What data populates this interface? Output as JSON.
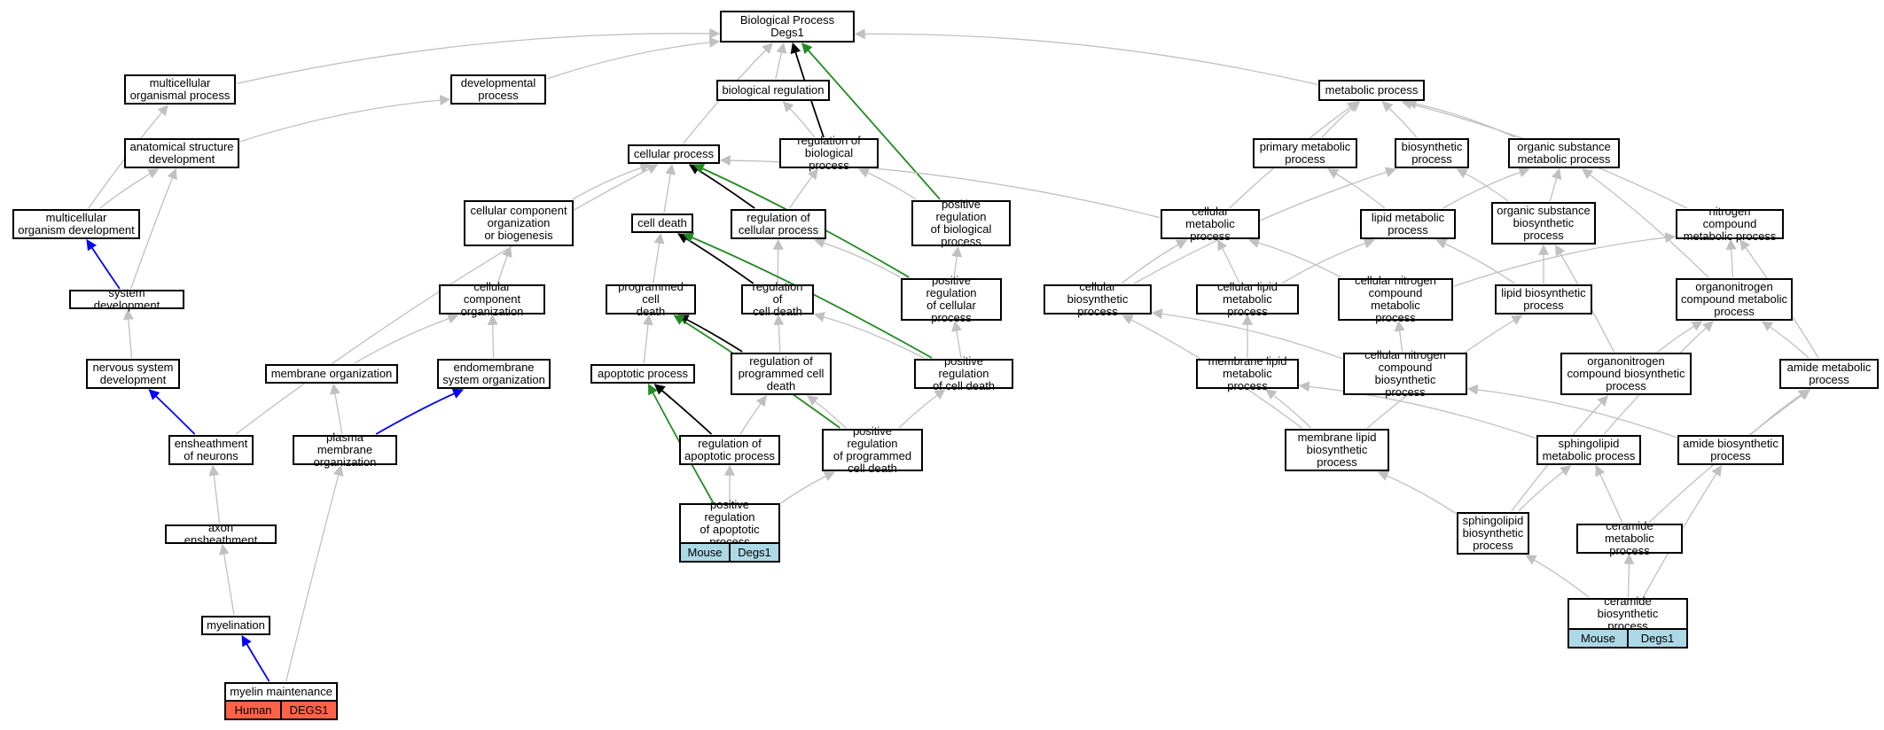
{
  "colors": {
    "default_edge": "#c0c0c0",
    "black_edge": "#000000",
    "green_edge": "#228b22",
    "blue_edge": "#0000ff",
    "mouse_tag": "#add8e6",
    "human_tag": "#ff6347"
  },
  "nodes": [
    {
      "id": "bp",
      "label": "Biological Process\nDegs1"
    },
    {
      "id": "mop",
      "label": "multicellular\norganismal process"
    },
    {
      "id": "dev",
      "label": "developmental\nprocess"
    },
    {
      "id": "br",
      "label": "biological regulation"
    },
    {
      "id": "met",
      "label": "metabolic process"
    },
    {
      "id": "asd",
      "label": "anatomical structure\ndevelopment"
    },
    {
      "id": "cp",
      "label": "cellular process"
    },
    {
      "id": "rbp",
      "label": "regulation of\nbiological process"
    },
    {
      "id": "pmp",
      "label": "primary metabolic\nprocess"
    },
    {
      "id": "bio",
      "label": "biosynthetic\nprocess"
    },
    {
      "id": "osm",
      "label": "organic substance\nmetabolic process"
    },
    {
      "id": "mod",
      "label": "multicellular\norganism development"
    },
    {
      "id": "ccob",
      "label": "cellular component\norganization\nor biogenesis"
    },
    {
      "id": "cd",
      "label": "cell death"
    },
    {
      "id": "rcp",
      "label": "regulation of\ncellular process"
    },
    {
      "id": "prbp",
      "label": "positive regulation\nof biological\nprocess"
    },
    {
      "id": "cmp",
      "label": "cellular metabolic\nprocess"
    },
    {
      "id": "lmp",
      "label": "lipid metabolic\nprocess"
    },
    {
      "id": "osbp",
      "label": "organic substance\nbiosynthetic\nprocess"
    },
    {
      "id": "ncmp",
      "label": "nitrogen compound\nmetabolic process"
    },
    {
      "id": "sd",
      "label": "system development"
    },
    {
      "id": "cco",
      "label": "cellular component\norganization"
    },
    {
      "id": "pcd",
      "label": "programmed cell\ndeath"
    },
    {
      "id": "rcd",
      "label": "regulation of\ncell death"
    },
    {
      "id": "prcp",
      "label": "positive regulation\nof cellular\nprocess"
    },
    {
      "id": "cbp",
      "label": "cellular biosynthetic\nprocess"
    },
    {
      "id": "clmp",
      "label": "cellular lipid\nmetabolic process"
    },
    {
      "id": "cncmp",
      "label": "cellular nitrogen\ncompound metabolic\nprocess"
    },
    {
      "id": "lbp",
      "label": "lipid biosynthetic\nprocess"
    },
    {
      "id": "oncmp",
      "label": "organonitrogen\ncompound metabolic\nprocess"
    },
    {
      "id": "nsd",
      "label": "nervous system\ndevelopment"
    },
    {
      "id": "mo",
      "label": "membrane organization"
    },
    {
      "id": "eso",
      "label": "endomembrane\nsystem organization"
    },
    {
      "id": "ap",
      "label": "apoptotic process"
    },
    {
      "id": "rpcd",
      "label": "regulation of\nprogrammed cell\ndeath"
    },
    {
      "id": "prcd",
      "label": "positive regulation\nof cell death"
    },
    {
      "id": "mlmp",
      "label": "membrane lipid\nmetabolic process"
    },
    {
      "id": "cncbp",
      "label": "cellular nitrogen\ncompound biosynthetic\nprocess"
    },
    {
      "id": "oncbp",
      "label": "organonitrogen\ncompound biosynthetic\nprocess"
    },
    {
      "id": "amp",
      "label": "amide metabolic\nprocess"
    },
    {
      "id": "en",
      "label": "ensheathment\nof neurons"
    },
    {
      "id": "pmo",
      "label": "plasma membrane\norganization"
    },
    {
      "id": "rap",
      "label": "regulation of\napoptotic process"
    },
    {
      "id": "prpcd",
      "label": "positive regulation\nof programmed\ncell death"
    },
    {
      "id": "mlbp",
      "label": "membrane lipid\nbiosynthetic\nprocess"
    },
    {
      "id": "smp",
      "label": "sphingolipid\nmetabolic process"
    },
    {
      "id": "abp",
      "label": "amide biosynthetic\nprocess"
    },
    {
      "id": "ae",
      "label": "axon ensheathment"
    },
    {
      "id": "prap",
      "label": "positive regulation\nof apoptotic\nprocess",
      "tags": [
        "Mouse",
        "Degs1"
      ],
      "tag_color": "#add8e6"
    },
    {
      "id": "sbp",
      "label": "sphingolipid\nbiosynthetic\nprocess"
    },
    {
      "id": "cmp2",
      "label": "ceramide metabolic\nprocess"
    },
    {
      "id": "my",
      "label": "myelination"
    },
    {
      "id": "cbsp",
      "label": "ceramide biosynthetic\nprocess",
      "tags": [
        "Mouse",
        "Degs1"
      ],
      "tag_color": "#add8e6"
    },
    {
      "id": "mm",
      "label": "myelin maintenance",
      "tags": [
        "Human",
        "DEGS1"
      ],
      "tag_color": "#ff6347"
    }
  ],
  "edges": [
    {
      "from": "mop",
      "to": "bp",
      "color": "gray"
    },
    {
      "from": "dev",
      "to": "bp",
      "color": "gray"
    },
    {
      "from": "br",
      "to": "bp",
      "color": "gray"
    },
    {
      "from": "met",
      "to": "bp",
      "color": "gray"
    },
    {
      "from": "cp",
      "to": "bp",
      "color": "gray"
    },
    {
      "from": "rbp",
      "to": "bp",
      "color": "black"
    },
    {
      "from": "prbp",
      "to": "bp",
      "color": "green"
    },
    {
      "from": "asd",
      "to": "dev",
      "color": "gray"
    },
    {
      "from": "rbp",
      "to": "br",
      "color": "gray"
    },
    {
      "from": "mod",
      "to": "mop",
      "color": "gray"
    },
    {
      "from": "mod",
      "to": "asd",
      "color": "gray"
    },
    {
      "from": "sd",
      "to": "asd",
      "color": "gray"
    },
    {
      "from": "sd",
      "to": "mod",
      "color": "blue"
    },
    {
      "from": "nsd",
      "to": "sd",
      "color": "gray"
    },
    {
      "from": "en",
      "to": "nsd",
      "color": "blue"
    },
    {
      "from": "ae",
      "to": "en",
      "color": "gray"
    },
    {
      "from": "my",
      "to": "ae",
      "color": "gray"
    },
    {
      "from": "mm",
      "to": "my",
      "color": "blue"
    },
    {
      "from": "mm",
      "to": "pmo",
      "color": "gray"
    },
    {
      "from": "en",
      "to": "cp",
      "color": "gray"
    },
    {
      "from": "ccob",
      "to": "cp",
      "color": "gray"
    },
    {
      "from": "cco",
      "to": "ccob",
      "color": "gray"
    },
    {
      "from": "mo",
      "to": "cco",
      "color": "gray"
    },
    {
      "from": "eso",
      "to": "cco",
      "color": "gray"
    },
    {
      "from": "pmo",
      "to": "mo",
      "color": "gray"
    },
    {
      "from": "pmo",
      "to": "eso",
      "color": "blue"
    },
    {
      "from": "cd",
      "to": "cp",
      "color": "gray"
    },
    {
      "from": "rcp",
      "to": "cp",
      "color": "black"
    },
    {
      "from": "rcp",
      "to": "rbp",
      "color": "gray"
    },
    {
      "from": "prcp",
      "to": "cp",
      "color": "green"
    },
    {
      "from": "prbp",
      "to": "rbp",
      "color": "gray"
    },
    {
      "from": "prcp",
      "to": "prbp",
      "color": "gray"
    },
    {
      "from": "prcp",
      "to": "rcp",
      "color": "gray"
    },
    {
      "from": "cmp",
      "to": "cp",
      "color": "gray"
    },
    {
      "from": "pcd",
      "to": "cd",
      "color": "gray"
    },
    {
      "from": "rcd",
      "to": "cd",
      "color": "black"
    },
    {
      "from": "rcd",
      "to": "rcp",
      "color": "gray"
    },
    {
      "from": "prcd",
      "to": "cd",
      "color": "green"
    },
    {
      "from": "prcd",
      "to": "rcd",
      "color": "gray"
    },
    {
      "from": "prcd",
      "to": "prcp",
      "color": "gray"
    },
    {
      "from": "ap",
      "to": "pcd",
      "color": "gray"
    },
    {
      "from": "rpcd",
      "to": "pcd",
      "color": "black"
    },
    {
      "from": "rpcd",
      "to": "rcd",
      "color": "gray"
    },
    {
      "from": "prpcd",
      "to": "pcd",
      "color": "green"
    },
    {
      "from": "prpcd",
      "to": "rpcd",
      "color": "gray"
    },
    {
      "from": "prpcd",
      "to": "prcd",
      "color": "gray"
    },
    {
      "from": "rap",
      "to": "ap",
      "color": "black"
    },
    {
      "from": "rap",
      "to": "rpcd",
      "color": "gray"
    },
    {
      "from": "prap",
      "to": "ap",
      "color": "green"
    },
    {
      "from": "prap",
      "to": "rap",
      "color": "gray"
    },
    {
      "from": "prap",
      "to": "prpcd",
      "color": "gray"
    },
    {
      "from": "pmp",
      "to": "met",
      "color": "gray"
    },
    {
      "from": "bio",
      "to": "met",
      "color": "gray"
    },
    {
      "from": "osm",
      "to": "met",
      "color": "gray"
    },
    {
      "from": "cmp",
      "to": "met",
      "color": "gray"
    },
    {
      "from": "ncmp",
      "to": "met",
      "color": "gray"
    },
    {
      "from": "lmp",
      "to": "pmp",
      "color": "gray"
    },
    {
      "from": "lmp",
      "to": "osm",
      "color": "gray"
    },
    {
      "from": "osbp",
      "to": "bio",
      "color": "gray"
    },
    {
      "from": "osbp",
      "to": "osm",
      "color": "gray"
    },
    {
      "from": "cbp",
      "to": "bio",
      "color": "gray"
    },
    {
      "from": "cbp",
      "to": "cmp",
      "color": "gray"
    },
    {
      "from": "clmp",
      "to": "cmp",
      "color": "gray"
    },
    {
      "from": "clmp",
      "to": "lmp",
      "color": "gray"
    },
    {
      "from": "cncmp",
      "to": "cmp",
      "color": "gray"
    },
    {
      "from": "cncmp",
      "to": "ncmp",
      "color": "gray"
    },
    {
      "from": "lbp",
      "to": "lmp",
      "color": "gray"
    },
    {
      "from": "lbp",
      "to": "osbp",
      "color": "gray"
    },
    {
      "from": "oncmp",
      "to": "ncmp",
      "color": "gray"
    },
    {
      "from": "oncmp",
      "to": "osm",
      "color": "gray"
    },
    {
      "from": "mlmp",
      "to": "clmp",
      "color": "gray"
    },
    {
      "from": "cncbp",
      "to": "cbp",
      "color": "gray"
    },
    {
      "from": "cncbp",
      "to": "cncmp",
      "color": "gray"
    },
    {
      "from": "oncbp",
      "to": "oncmp",
      "color": "gray"
    },
    {
      "from": "oncbp",
      "to": "osbp",
      "color": "gray"
    },
    {
      "from": "amp",
      "to": "oncmp",
      "color": "gray"
    },
    {
      "from": "amp",
      "to": "ncmp",
      "color": "gray"
    },
    {
      "from": "mlbp",
      "to": "cbp",
      "color": "gray"
    },
    {
      "from": "mlbp",
      "to": "mlmp",
      "color": "gray"
    },
    {
      "from": "mlbp",
      "to": "lbp",
      "color": "gray"
    },
    {
      "from": "smp",
      "to": "mlmp",
      "color": "gray"
    },
    {
      "from": "smp",
      "to": "oncmp",
      "color": "gray"
    },
    {
      "from": "abp",
      "to": "amp",
      "color": "gray"
    },
    {
      "from": "abp",
      "to": "cncbp",
      "color": "gray"
    },
    {
      "from": "sbp",
      "to": "mlbp",
      "color": "gray"
    },
    {
      "from": "sbp",
      "to": "smp",
      "color": "gray"
    },
    {
      "from": "sbp",
      "to": "oncbp",
      "color": "gray"
    },
    {
      "from": "cmp2",
      "to": "smp",
      "color": "gray"
    },
    {
      "from": "cmp2",
      "to": "amp",
      "color": "gray"
    },
    {
      "from": "cbsp",
      "to": "sbp",
      "color": "gray"
    },
    {
      "from": "cbsp",
      "to": "cmp2",
      "color": "gray"
    },
    {
      "from": "cbsp",
      "to": "abp",
      "color": "gray"
    }
  ]
}
